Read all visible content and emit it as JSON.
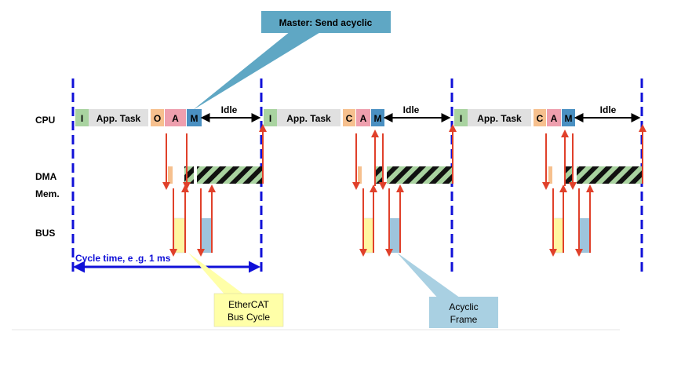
{
  "callouts": {
    "master_send_acyclic": "Master: Send acyclic",
    "ethercat_line1": "EtherCAT",
    "ethercat_line2": "Bus Cycle",
    "acyclic_line1": "Acyclic",
    "acyclic_line2": "Frame"
  },
  "row_labels": {
    "cpu": "CPU",
    "dma": "DMA",
    "mem": "Mem.",
    "bus": "BUS"
  },
  "cycles": [
    {
      "input": "I",
      "app_task": "App. Task",
      "output": "O",
      "acyclic": "A",
      "master": "M",
      "idle": "Idle"
    },
    {
      "input": "I",
      "app_task": "App. Task",
      "output": "C",
      "acyclic": "A",
      "master": "M",
      "idle": "Idle"
    },
    {
      "input": "I",
      "app_task": "App. Task",
      "output": "C",
      "acyclic": "A",
      "master": "M",
      "idle": "Idle"
    }
  ],
  "cycle_time": "Cycle time, e .g. 1 ms",
  "colors": {
    "cycle_boundary": "#1010d8",
    "input_block": "#a9d3a0",
    "app_task_block": "#e0e0e0",
    "output_block": "#f6c08e",
    "acyclic_block": "#ee9fae",
    "master_block": "#4a90c2",
    "signal_arrow": "#e0402a",
    "ethercat_frame": "#fff6a0",
    "acyclic_frame": "#9ec4dc",
    "callout_master": "#5fa7c4",
    "callout_ethercat": "#ffffa8",
    "callout_acyclic": "#a9d0e2"
  }
}
